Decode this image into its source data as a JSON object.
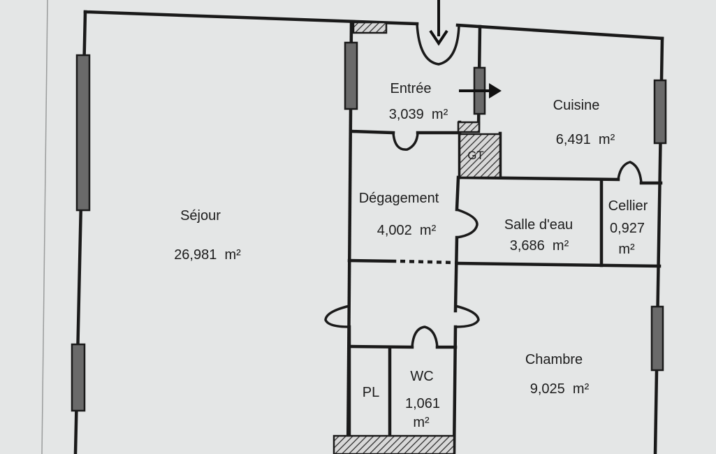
{
  "plan": {
    "rooms": [
      {
        "id": "sejour",
        "name": "Séjour",
        "area": "26,981  m²"
      },
      {
        "id": "entree",
        "name": "Entrée",
        "area": "3,039  m²"
      },
      {
        "id": "cuisine",
        "name": "Cuisine",
        "area": "6,491  m²"
      },
      {
        "id": "degagement",
        "name": "Dégagement",
        "area": "4,002  m²"
      },
      {
        "id": "salle",
        "name": "Salle d'eau",
        "area": "3,686  m²"
      },
      {
        "id": "cellier",
        "name": "Cellier",
        "area_line1": "0,927",
        "area_line2": "m²"
      },
      {
        "id": "chambre",
        "name": "Chambre",
        "area": "9,025  m²"
      },
      {
        "id": "pl",
        "name": "PL"
      },
      {
        "id": "wc",
        "name": "WC",
        "area_line1": "1,061",
        "area_line2": "m²"
      }
    ],
    "gt_label": "GT"
  },
  "colors": {
    "background": "#e4e6e6",
    "wall": "#1a1a1a",
    "window": "#6a6a6a"
  }
}
